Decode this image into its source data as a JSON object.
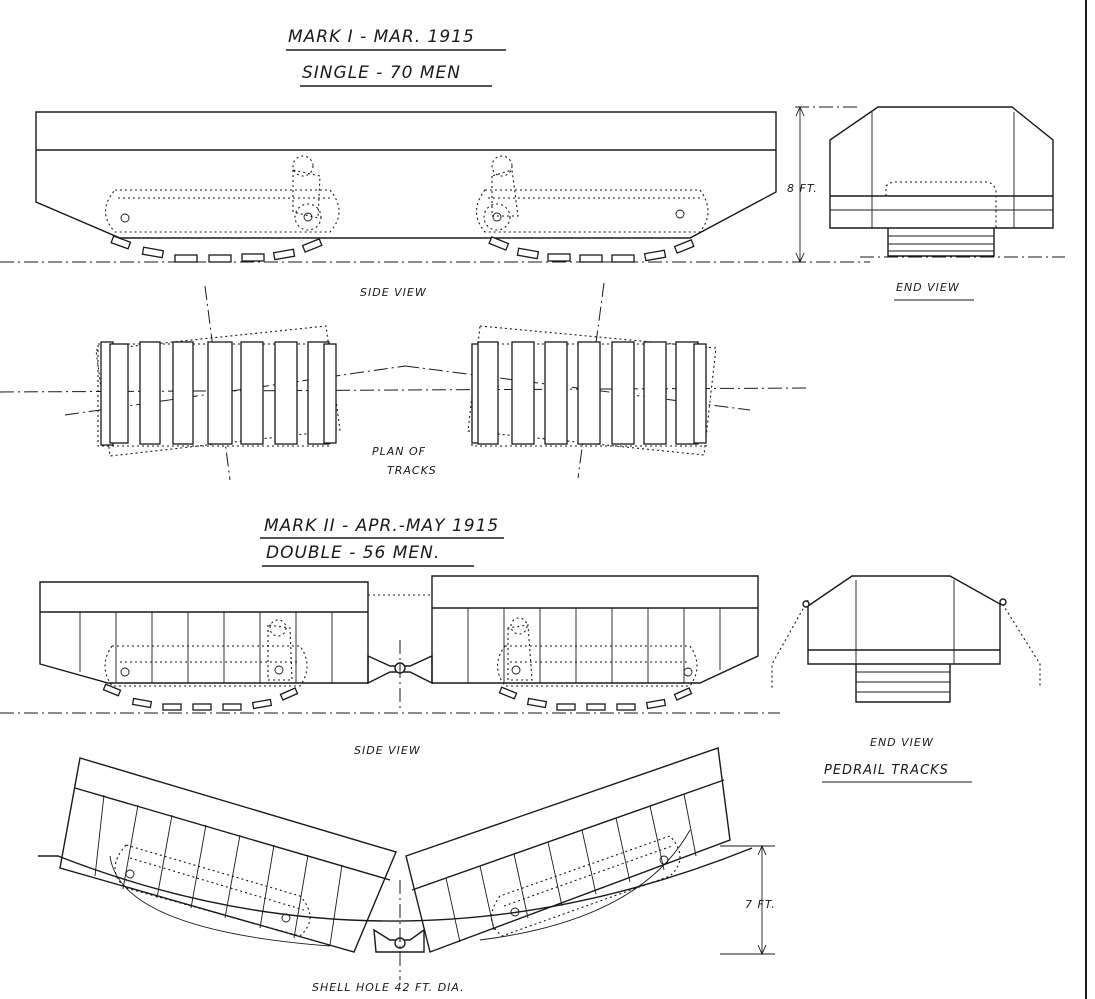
{
  "mark1": {
    "title": "MARK I  -  MAR. 1915",
    "subtitle": "SINGLE  -  70 MEN",
    "side_view_label": "SIDE  VIEW",
    "end_view_label": "END VIEW",
    "plan_label_line1": "PLAN OF",
    "plan_label_line2": "TRACKS",
    "height_label": "8 FT."
  },
  "mark2": {
    "title": "MARK II  -  APR.-MAY 1915",
    "subtitle": "DOUBLE  -  56 MEN.",
    "side_view_label": "SIDE  VIEW",
    "end_view_label": "END VIEW",
    "tracks_label": "PEDRAIL  TRACKS",
    "depth_label": "7 FT.",
    "shell_hole_label": "SHELL HOLE 42 FT. DIA."
  }
}
